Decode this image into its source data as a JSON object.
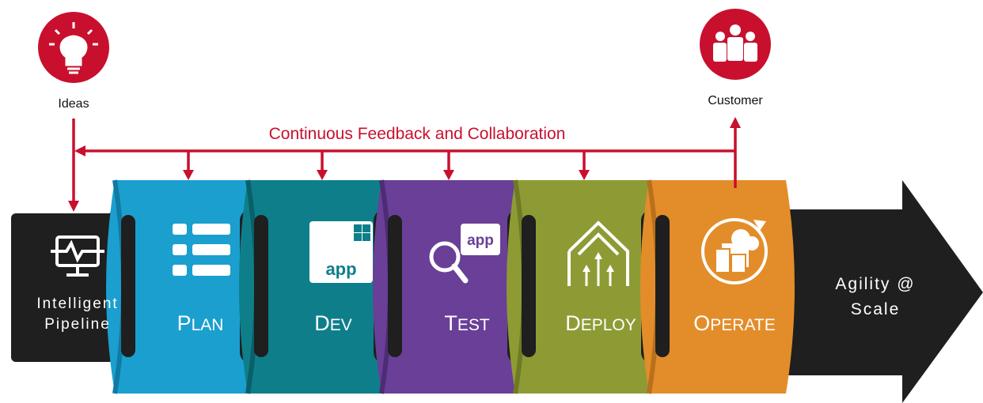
{
  "feedback": {
    "label": "Continuous Feedback and Collaboration"
  },
  "ideas": {
    "label": "Ideas",
    "icon": "lightbulb-icon"
  },
  "customer": {
    "label": "Customer",
    "icon": "people-icon"
  },
  "pipeline": {
    "line1": "Intelligent",
    "line2": "Pipeline",
    "icon": "monitor-pulse-icon"
  },
  "stages": [
    {
      "cap": "P",
      "rest": "LAN",
      "icon": "list-icon",
      "color": "#1a9fcf",
      "dark": "#107aa3"
    },
    {
      "cap": "D",
      "rest": "EV",
      "icon": "app-window-icon",
      "app": "app",
      "color": "#0e7f8a",
      "dark": "#0a5f68"
    },
    {
      "cap": "T",
      "rest": "EST",
      "icon": "magnifier-app-icon",
      "app": "app",
      "color": "#6a3f97",
      "dark": "#4e2c73"
    },
    {
      "cap": "D",
      "rest": "EPLOY",
      "icon": "upload-arrows-icon",
      "color": "#8e9b34",
      "dark": "#6f7a25"
    },
    {
      "cap": "O",
      "rest": "PERATE",
      "icon": "cloud-server-cycle-icon",
      "color": "#e38d2a",
      "dark": "#b8701c"
    }
  ],
  "arrow": {
    "line1": "Agility @",
    "line2": "Scale"
  },
  "colors": {
    "accent": "#c8102e",
    "dark": "#1f1f1f"
  }
}
